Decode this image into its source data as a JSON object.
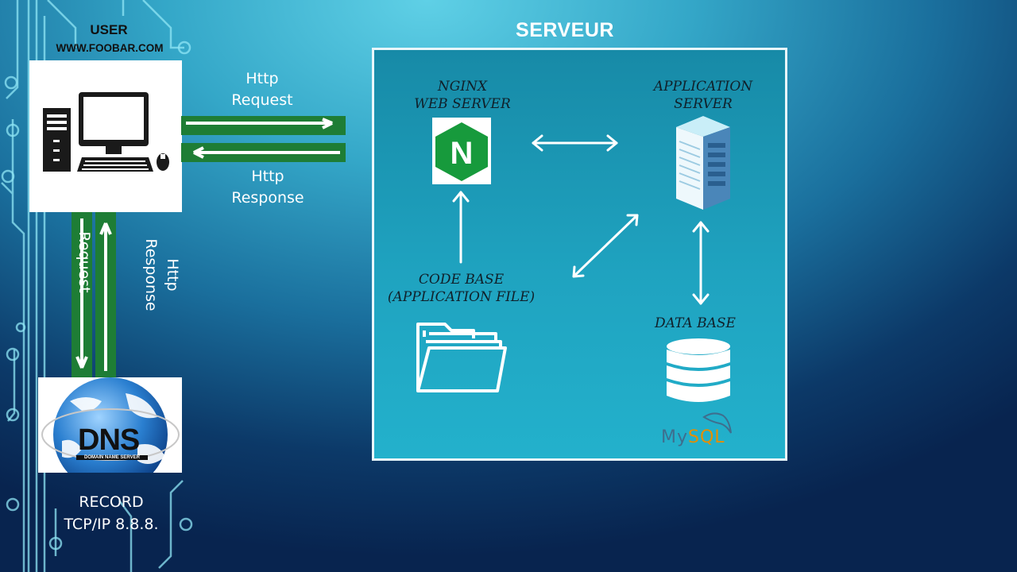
{
  "user": {
    "title": "USER",
    "url": "WWW.FOOBAR.COM"
  },
  "http_request_label": "Http\nRequest",
  "http_response_label": "Http\nResponse",
  "dns_request_label": "Request",
  "dns_response_label": "Http\nResponse",
  "dns": {
    "logo_text": "DNS",
    "logo_subtext": "DOMAIN NAME SERVER",
    "record_label": "RECORD",
    "ip_label": "TCP/IP 8.8.8."
  },
  "server": {
    "title": "SERVEUR",
    "nginx_label": "NGINX\nWEB SERVER",
    "nginx_logo_letter": "N",
    "app_server_label": "APPLICATION\nSERVER",
    "code_base_label": "CODE BASE\n(APPLICATION FILE)",
    "database_label": "DATA BASE",
    "mysql_logo_my": "My",
    "mysql_logo_sql": "SQL"
  },
  "colors": {
    "arrow_green": "#1e7d35",
    "server_border": "#e8f6fa",
    "nginx_green": "#179a3c"
  }
}
